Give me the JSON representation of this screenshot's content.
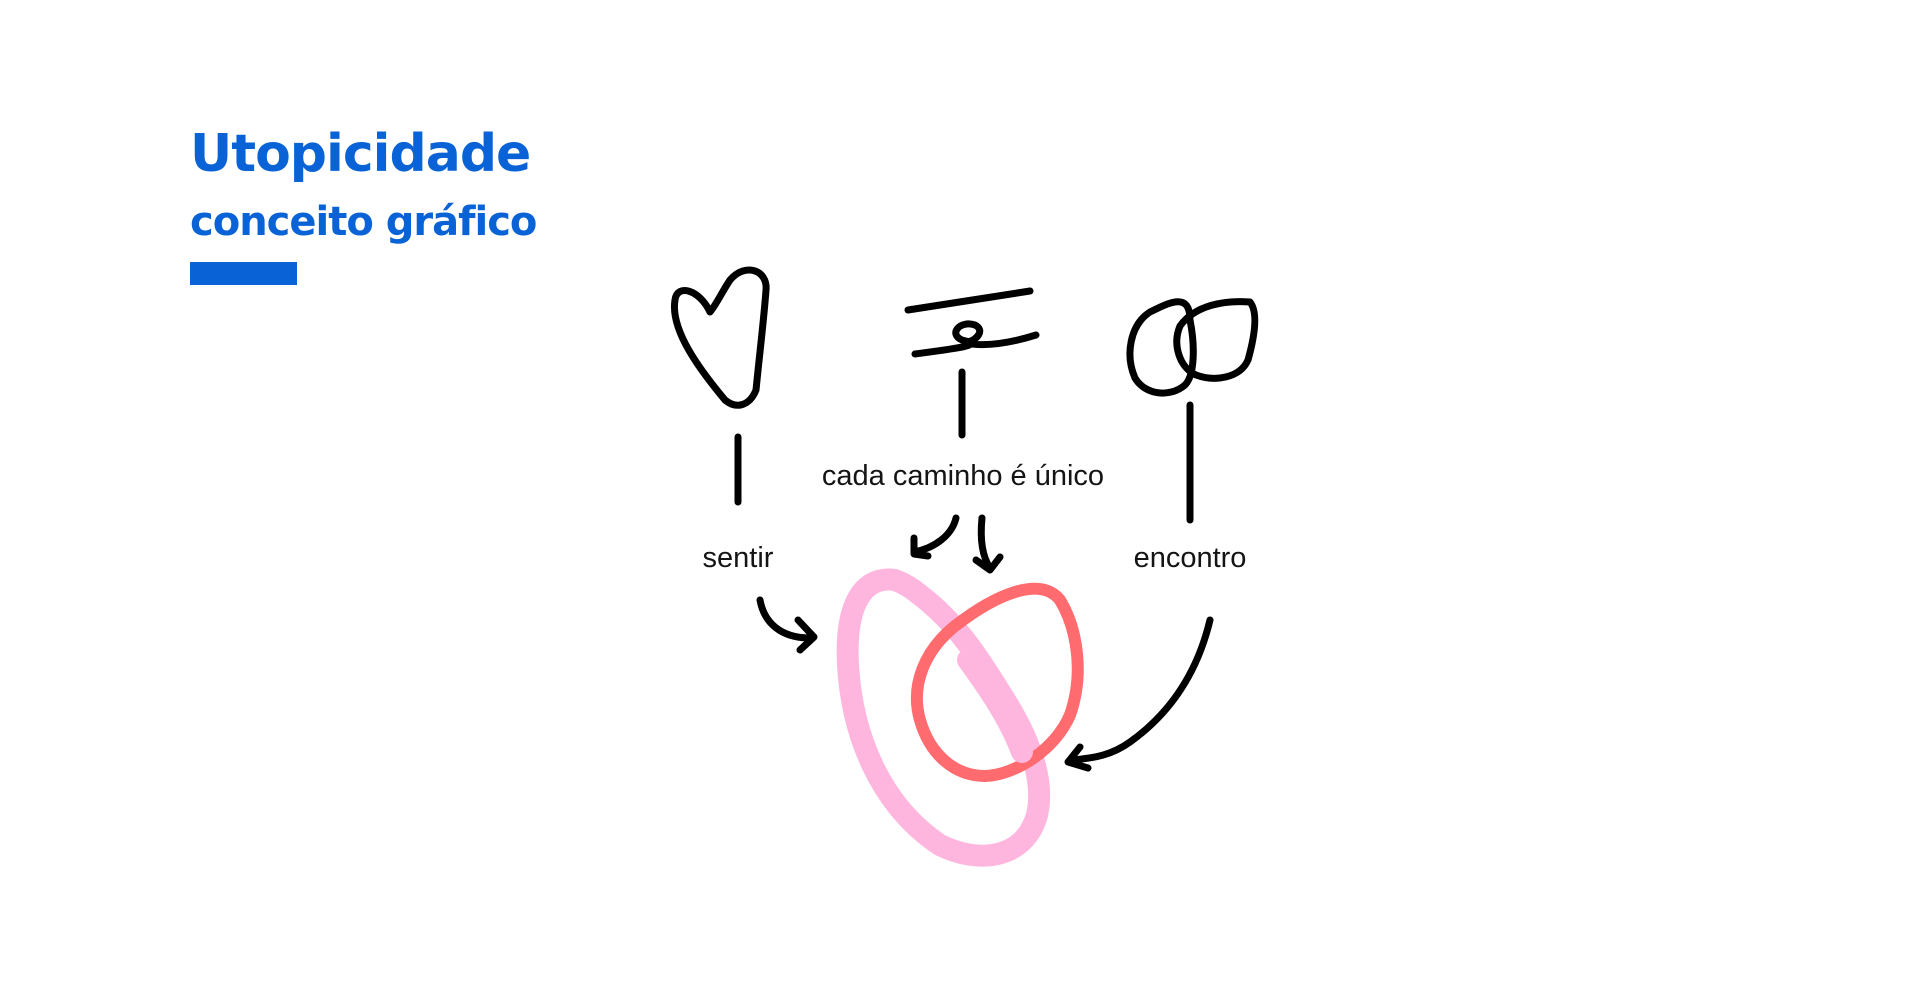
{
  "header": {
    "title": "Utopicidade",
    "subtitle": "conceito gráfico",
    "accent_color": "#0a63d6"
  },
  "diagram": {
    "labels": {
      "sentir": "sentir",
      "caminho": "cada caminho é único",
      "encontro": "encontro"
    },
    "icons": [
      "heart-icon",
      "te-signature-icon",
      "interlocked-loops-icon"
    ],
    "loop_colors": {
      "pink": "#ffb6de",
      "red": "#ff6b6f"
    }
  }
}
